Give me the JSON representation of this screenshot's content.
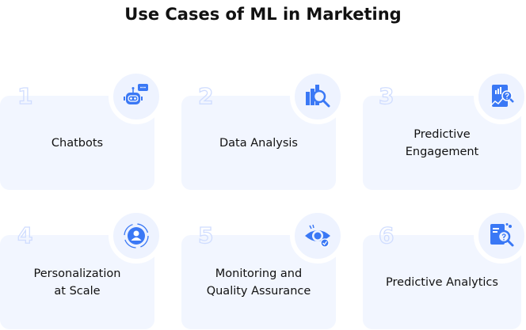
{
  "title": "Use Cases of ML in Marketing",
  "accent": "#3a78f5",
  "cards": [
    {
      "number": "1",
      "label": "Chatbots",
      "icon": "robot-chat-icon"
    },
    {
      "number": "2",
      "label": "Data Analysis",
      "icon": "chart-magnifier-icon"
    },
    {
      "number": "3",
      "label": "Predictive\nEngagement",
      "icon": "report-question-icon"
    },
    {
      "number": "4",
      "label": "Personalization\nat Scale",
      "icon": "user-cycle-icon"
    },
    {
      "number": "5",
      "label": "Monitoring and\nQuality Assurance",
      "icon": "eye-check-icon"
    },
    {
      "number": "6",
      "label": "Predictive Analytics",
      "icon": "document-search-icon"
    }
  ]
}
